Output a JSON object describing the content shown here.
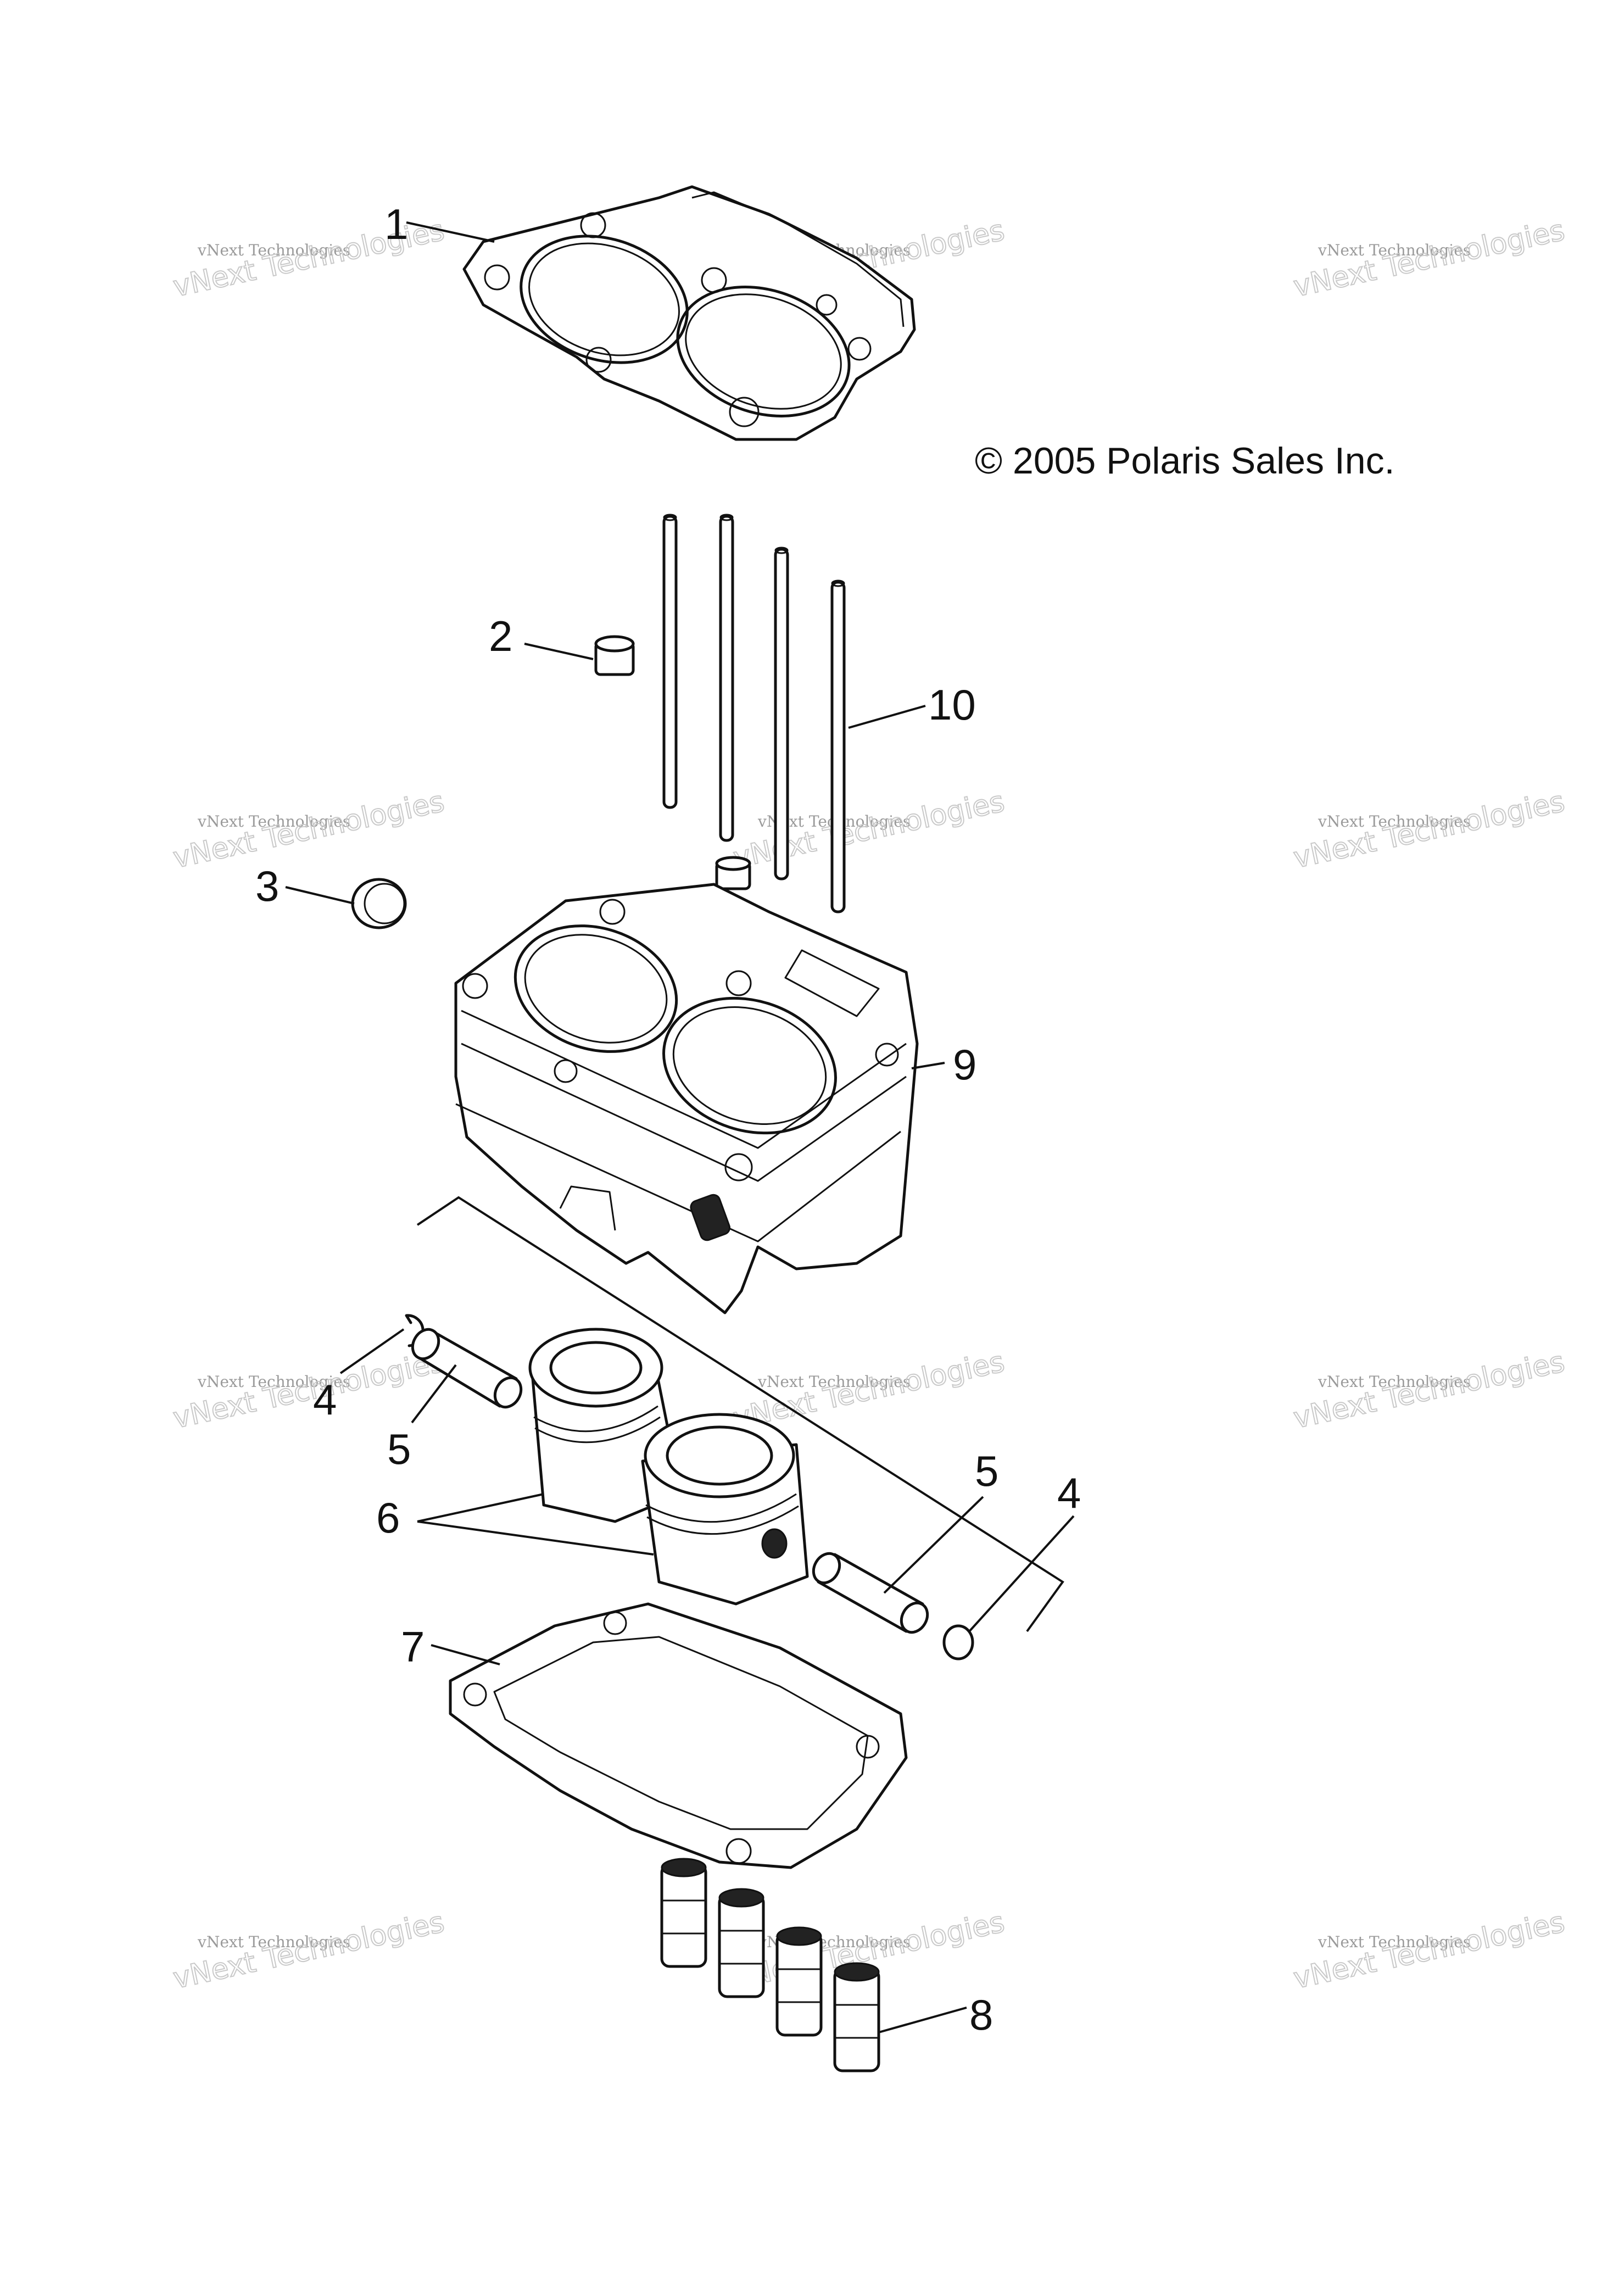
{
  "copyright": "© 2005 Polaris Sales Inc.",
  "watermark": {
    "line1": "vNext Technologies",
    "line2": "vNext Technologies"
  },
  "callouts": {
    "c1": "1",
    "c2": "2",
    "c3": "3",
    "c4a": "4",
    "c4b": "4",
    "c5a": "5",
    "c5b": "5",
    "c6": "6",
    "c7": "7",
    "c8": "8",
    "c9": "9",
    "c10": "10"
  }
}
